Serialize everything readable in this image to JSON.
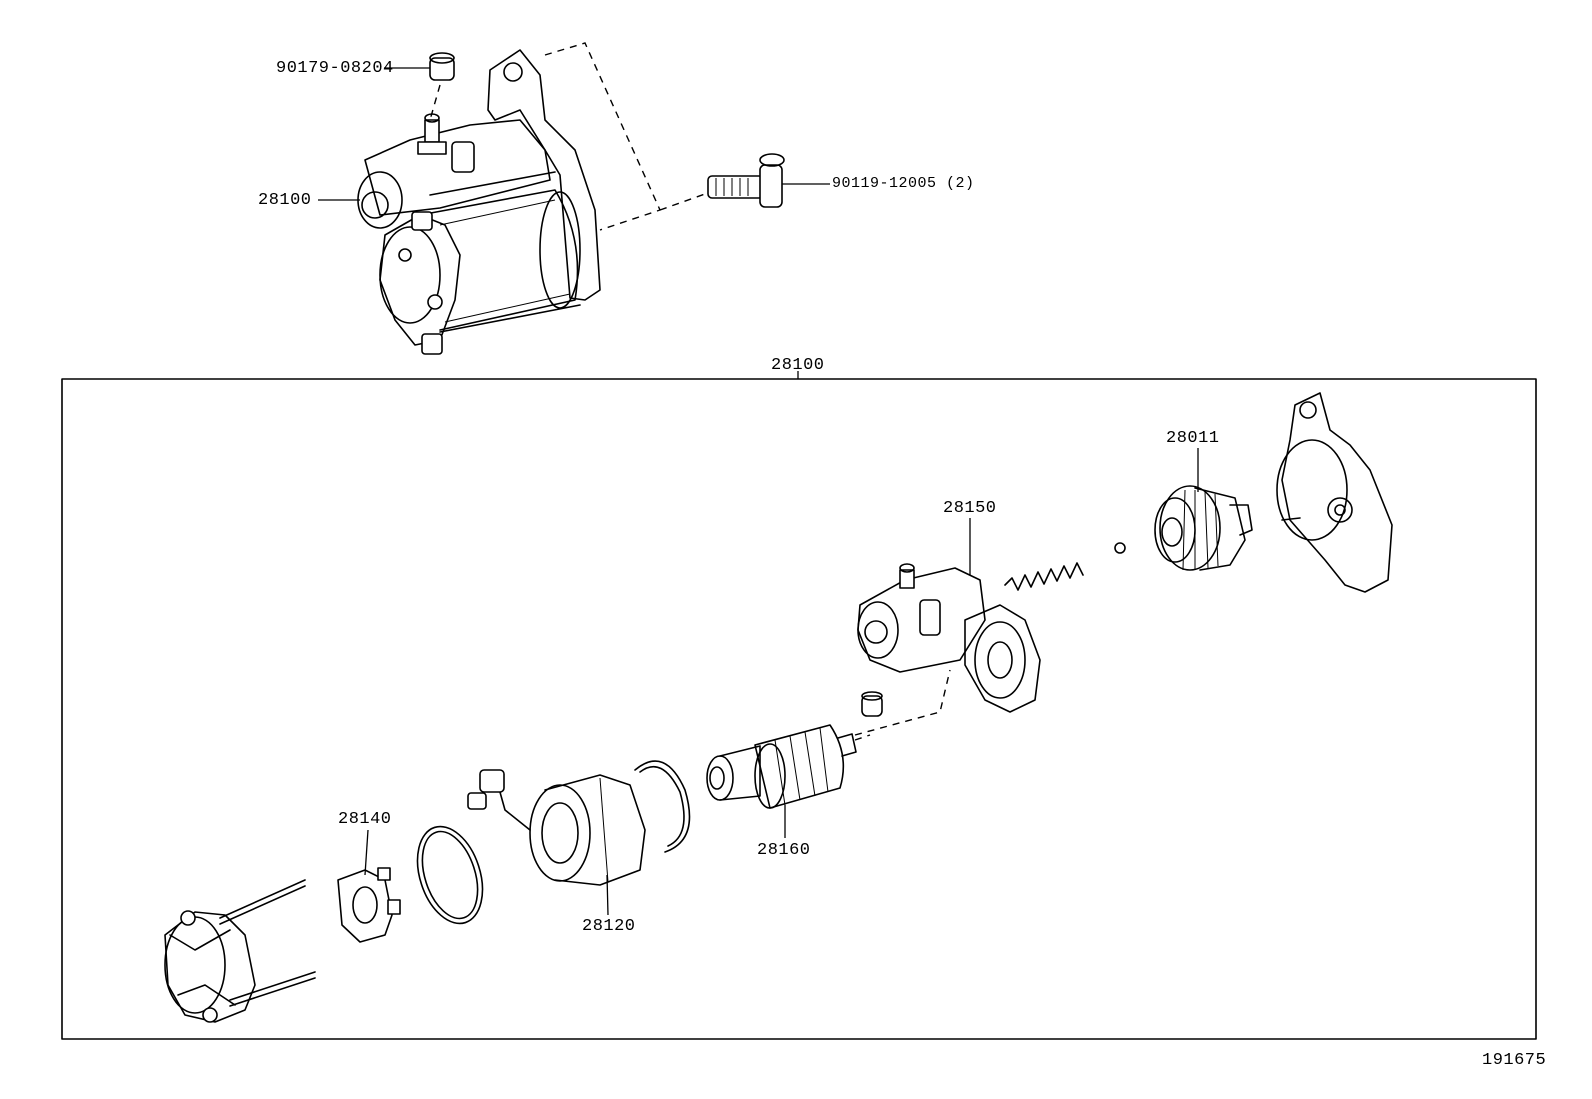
{
  "diagram": {
    "labels": {
      "nut_top": "90179-08204",
      "bolt": "90119-12005 (2)",
      "starter_assembly": "28100",
      "frame_title": "28100",
      "drive_clutch": "28011",
      "magnetic_switch": "28150",
      "brush_holder": "28140",
      "field_yoke": "28120",
      "armature": "28160",
      "figure_number": "191675"
    }
  }
}
